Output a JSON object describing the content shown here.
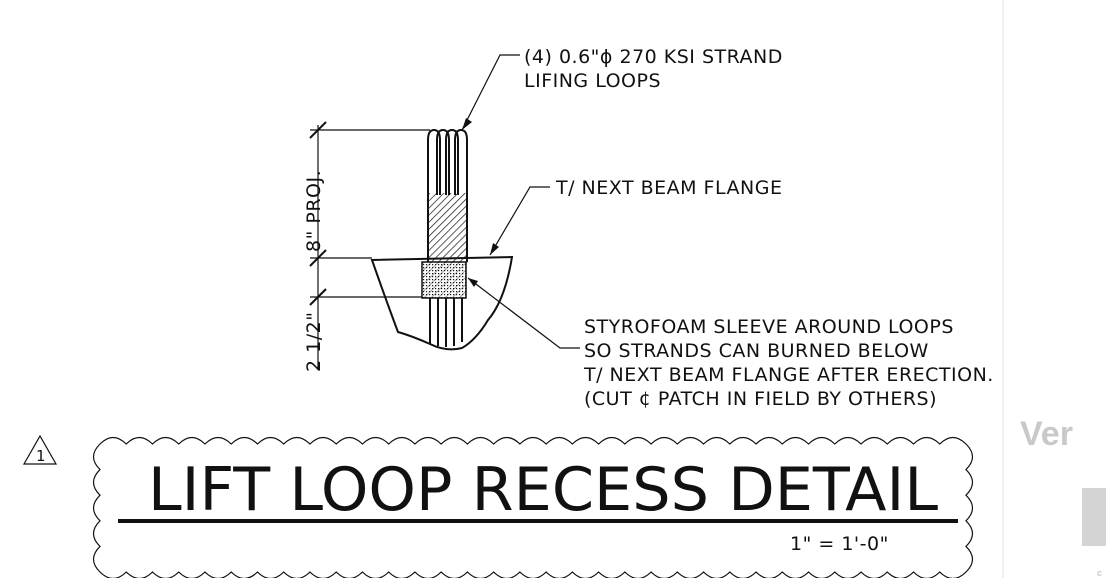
{
  "drawing": {
    "callouts": {
      "strand_line1": "(4) 0.6\"ϕ 270 KSI STRAND",
      "strand_line2": "LIFING LOOPS",
      "flange": "T/ NEXT BEAM FLANGE",
      "sleeve_line1": "STYROFOAM SLEEVE AROUND LOOPS",
      "sleeve_line2": "SO STRANDS CAN BURNED BELOW",
      "sleeve_line3": "T/ NEXT BEAM FLANGE AFTER ERECTION.",
      "sleeve_line4": "(CUT ¢ PATCH IN FIELD BY OTHERS)"
    },
    "dimensions": {
      "projection": "8\" PROJ.",
      "recess": "2 1/2\""
    },
    "revision_marker": "1",
    "title": "LIFT LOOP RECESS DETAIL",
    "scale": "1\" = 1'-0\"",
    "watermark": {
      "text": "Ver",
      "small": "c"
    },
    "colors": {
      "ink": "#111111",
      "watermark": "#c9c9c9",
      "background": "#ffffff"
    }
  }
}
